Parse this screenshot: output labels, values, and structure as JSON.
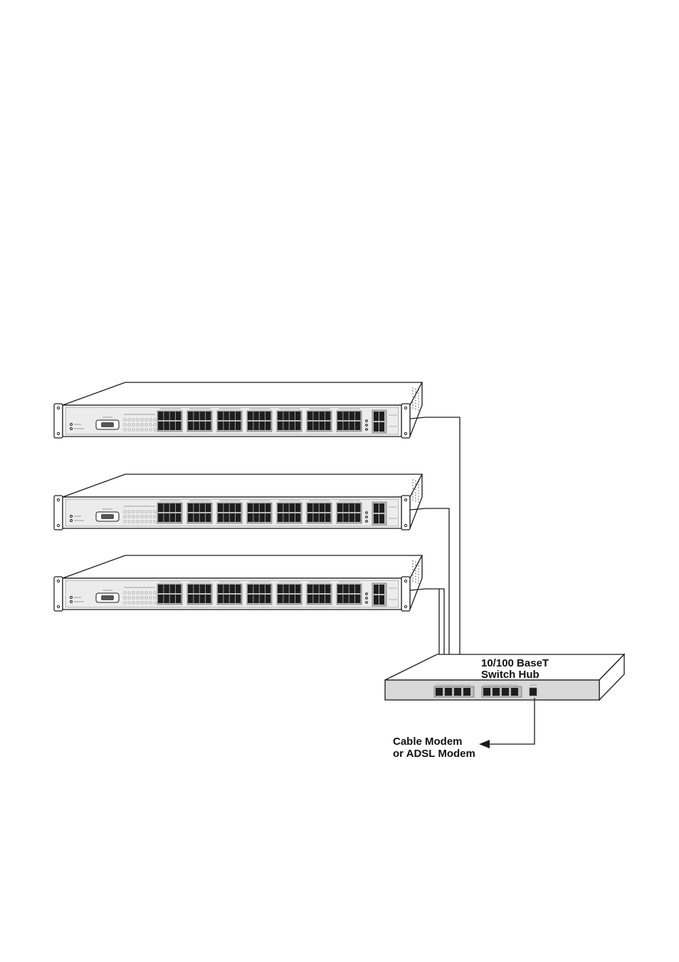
{
  "switch_hub": {
    "label_line1": "10/100 BaseT",
    "label_line2": "Switch Hub"
  },
  "modem": {
    "label_line1": "Cable Modem",
    "label_line2": "or ADSL Modem"
  },
  "rack_switches": [
    {
      "name": "rack-switch-1"
    },
    {
      "name": "rack-switch-2"
    },
    {
      "name": "rack-switch-3"
    }
  ],
  "colors": {
    "line": "#1a1a1a",
    "panel": "#d9d9d9",
    "port": "#1e1e1e",
    "background": "#ffffff"
  }
}
